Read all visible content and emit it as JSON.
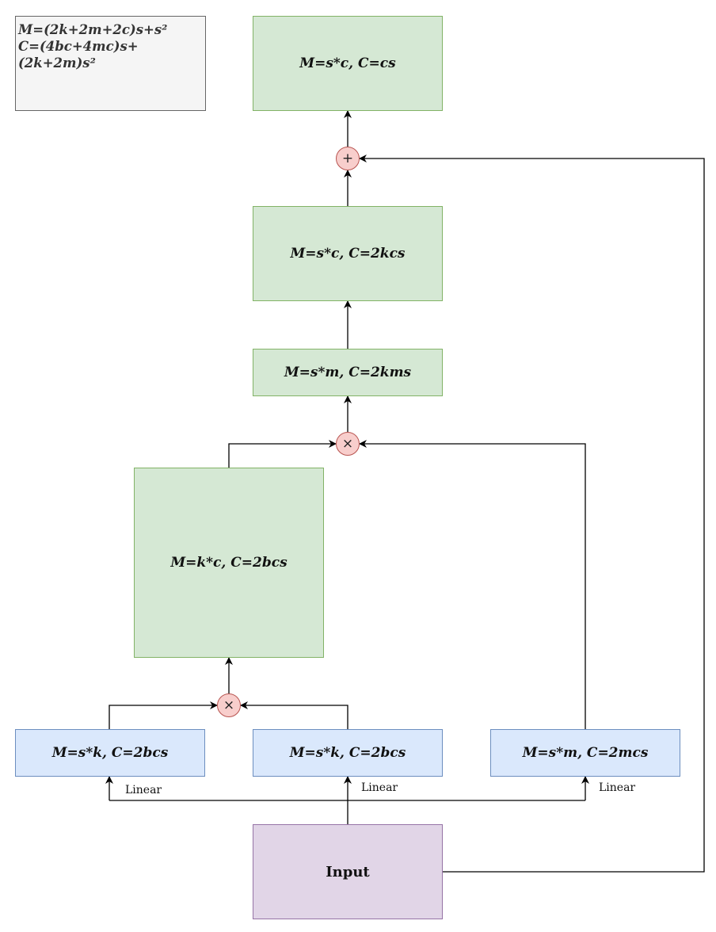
{
  "note": {
    "line1": "M=(2k+2m+2c)s+s²",
    "line2": "C=(4bc+4mc)s+",
    "line3": "(2k+2m)s²"
  },
  "nodes": {
    "top_out": "M=s*c, C=cs",
    "proj": "M=s*c, C=2kcs",
    "mid": "M=s*m, C=2kms",
    "big": "M=k*c, C=2bcs",
    "left": "M=s*k, C=2bcs",
    "center": "M=s*k, C=2bcs",
    "right": "M=s*m, C=2mcs",
    "input": "Input"
  },
  "ops": {
    "add": "+",
    "mul_upper": "×",
    "mul_lower": "×"
  },
  "edge_labels": {
    "left": "Linear",
    "center": "Linear",
    "right": "Linear"
  },
  "colors": {
    "green_fill": "#d5e8d4",
    "green_stroke": "#82b366",
    "blue_fill": "#dae8fc",
    "blue_stroke": "#6c8ebf",
    "purple_fill": "#e1d5e7",
    "purple_stroke": "#9673a6",
    "op_fill": "#f8cecc",
    "op_stroke": "#b85450",
    "note_fill": "#f5f5f5",
    "note_stroke": "#666666"
  }
}
